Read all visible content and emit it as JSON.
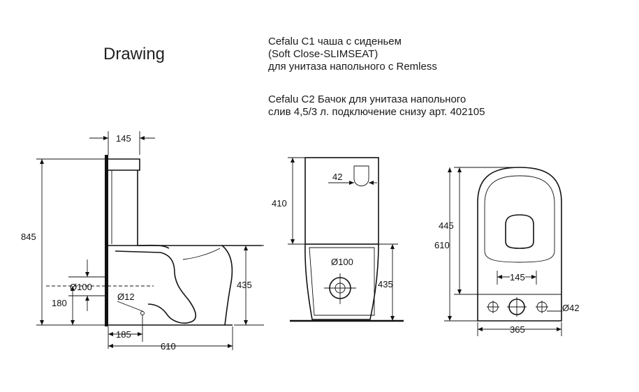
{
  "heading": "Drawing",
  "spec1": {
    "line1": "Cefalu C1 чаша с сиденьем",
    "line2": "(Soft Close-SLIMSEAT)",
    "line3": "для унитаза напольного с Remless"
  },
  "spec2": {
    "line1": "Cefalu C2 Бачок для унитаза напольного",
    "line2": "слив 4,5/3 л. подключение снизу арт. 402105"
  },
  "side_view": {
    "dim_tank_depth": "145",
    "dim_total_height": "845",
    "dim_outlet_diameter": "Ø100",
    "dim_outlet_height": "180",
    "dim_water_inlet": "Ø12",
    "dim_bowl_height": "435",
    "dim_outlet_offset": "185",
    "dim_total_depth": "610"
  },
  "front_view": {
    "dim_button": "42",
    "dim_tank_height": "410",
    "dim_outlet_diameter": "Ø100",
    "dim_bowl_height": "435"
  },
  "top_view": {
    "dim_bowl_length": "445",
    "dim_total_length": "610",
    "dim_bolt_spacing": "145",
    "dim_hole_diameter": "Ø42",
    "dim_width": "365"
  }
}
